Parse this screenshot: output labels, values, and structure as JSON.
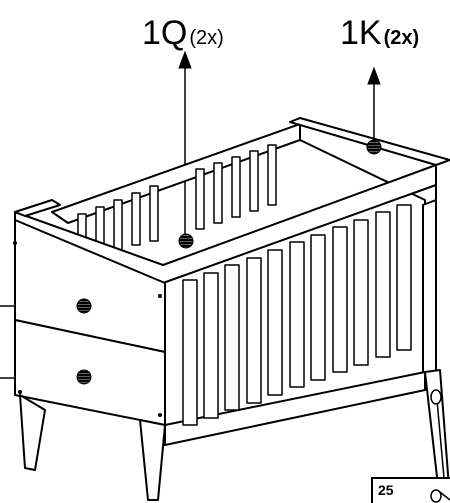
{
  "callouts": {
    "part_1q": {
      "label": "1Q",
      "quantity": "(2x)"
    },
    "part_1k": {
      "label": "1K",
      "quantity": "(2x)"
    }
  },
  "step_box": {
    "number": "25"
  },
  "colors": {
    "line": "#000000",
    "background": "#ffffff",
    "dowel": "#1a1a1a"
  }
}
